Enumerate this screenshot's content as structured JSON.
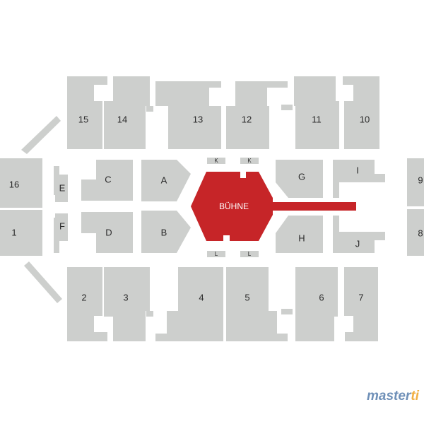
{
  "stage": {
    "label": "BÜHNE",
    "color": "#c62528"
  },
  "blocks": {
    "s1": "1",
    "s2": "2",
    "s3": "3",
    "s4": "4",
    "s5": "5",
    "s6": "6",
    "s7": "7",
    "s8": "8",
    "s9": "9",
    "s10": "10",
    "s11": "11",
    "s12": "12",
    "s13": "13",
    "s14": "14",
    "s15": "15",
    "s16": "16",
    "A": "A",
    "B": "B",
    "C": "C",
    "D": "D",
    "E": "E",
    "F": "F",
    "G": "G",
    "H": "H",
    "I": "I",
    "J": "J",
    "K": "K",
    "L": "L"
  },
  "block_color": "#cdcfcd",
  "logo": {
    "part1": "master",
    "part2": "ti",
    "color1": "#6f90b8",
    "color2": "#f2b043"
  }
}
